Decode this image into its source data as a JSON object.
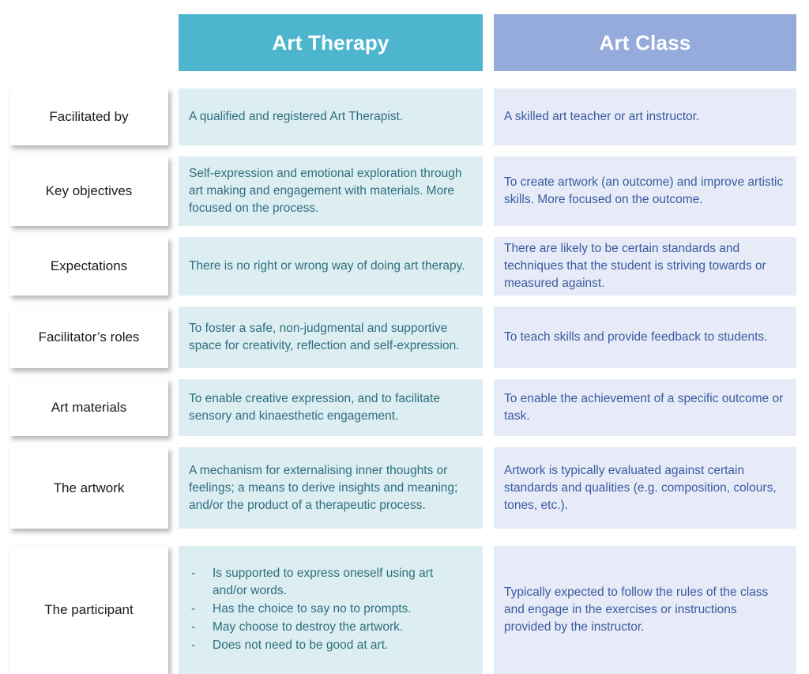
{
  "table": {
    "headers": {
      "row_label_blank": "",
      "col1": "Art Therapy",
      "col2": "Art Class"
    },
    "colors": {
      "header_therapy_bg": "#4DB6CE",
      "header_class_bg": "#94ABDC",
      "header_text": "#FFFFFF",
      "cell_therapy_bg": "#DCEEF2",
      "cell_therapy_text": "#2E6E7E",
      "cell_class_bg": "#E7EBF7",
      "cell_class_text": "#3A5BA0",
      "label_card_bg": "#FFFFFF",
      "label_card_text": "#1B1B1B",
      "page_bg": "#FFFFFF"
    },
    "rows": [
      {
        "label": "Facilitated by",
        "therapy": "A qualified and registered Art Therapist.",
        "class": "A skilled art teacher or art instructor."
      },
      {
        "label": "Key objectives",
        "therapy": "Self-expression and emotional exploration through art making and engagement with materials. More focused on the process.",
        "class": "To create artwork (an outcome) and improve artistic skills. More focused on the outcome."
      },
      {
        "label": "Expectations",
        "therapy": "There is no right or wrong way of doing art therapy.",
        "class": "There are likely to be certain standards and techniques that the student is striving towards or measured against."
      },
      {
        "label": "Facilitator’s roles",
        "therapy": "To foster a safe, non-judgmental and supportive space for creativity, reflection and self-expression.",
        "class": "To teach skills and provide feedback to students."
      },
      {
        "label": "Art materials",
        "therapy": "To enable creative expression, and to facilitate sensory and kinaesthetic engagement.",
        "class": "To enable the achievement of a specific outcome or task."
      },
      {
        "label": "The artwork",
        "therapy": "A mechanism for externalising inner thoughts or feelings; a means to derive insights and meaning; and/or the product of a therapeutic process.",
        "class": "Artwork is typically evaluated against certain standards and qualities (e.g. composition, colours, tones, etc.)."
      },
      {
        "label": "The participant",
        "therapy_bullets": [
          "Is supported to express oneself using art and/or words.",
          "Has the choice to say no to prompts.",
          "May choose to destroy the artwork.",
          "Does not need to be good at art."
        ],
        "bullet_marker": "-",
        "class": "Typically expected to follow the rules of the class and engage in the exercises or instructions provided by the instructor."
      }
    ]
  }
}
